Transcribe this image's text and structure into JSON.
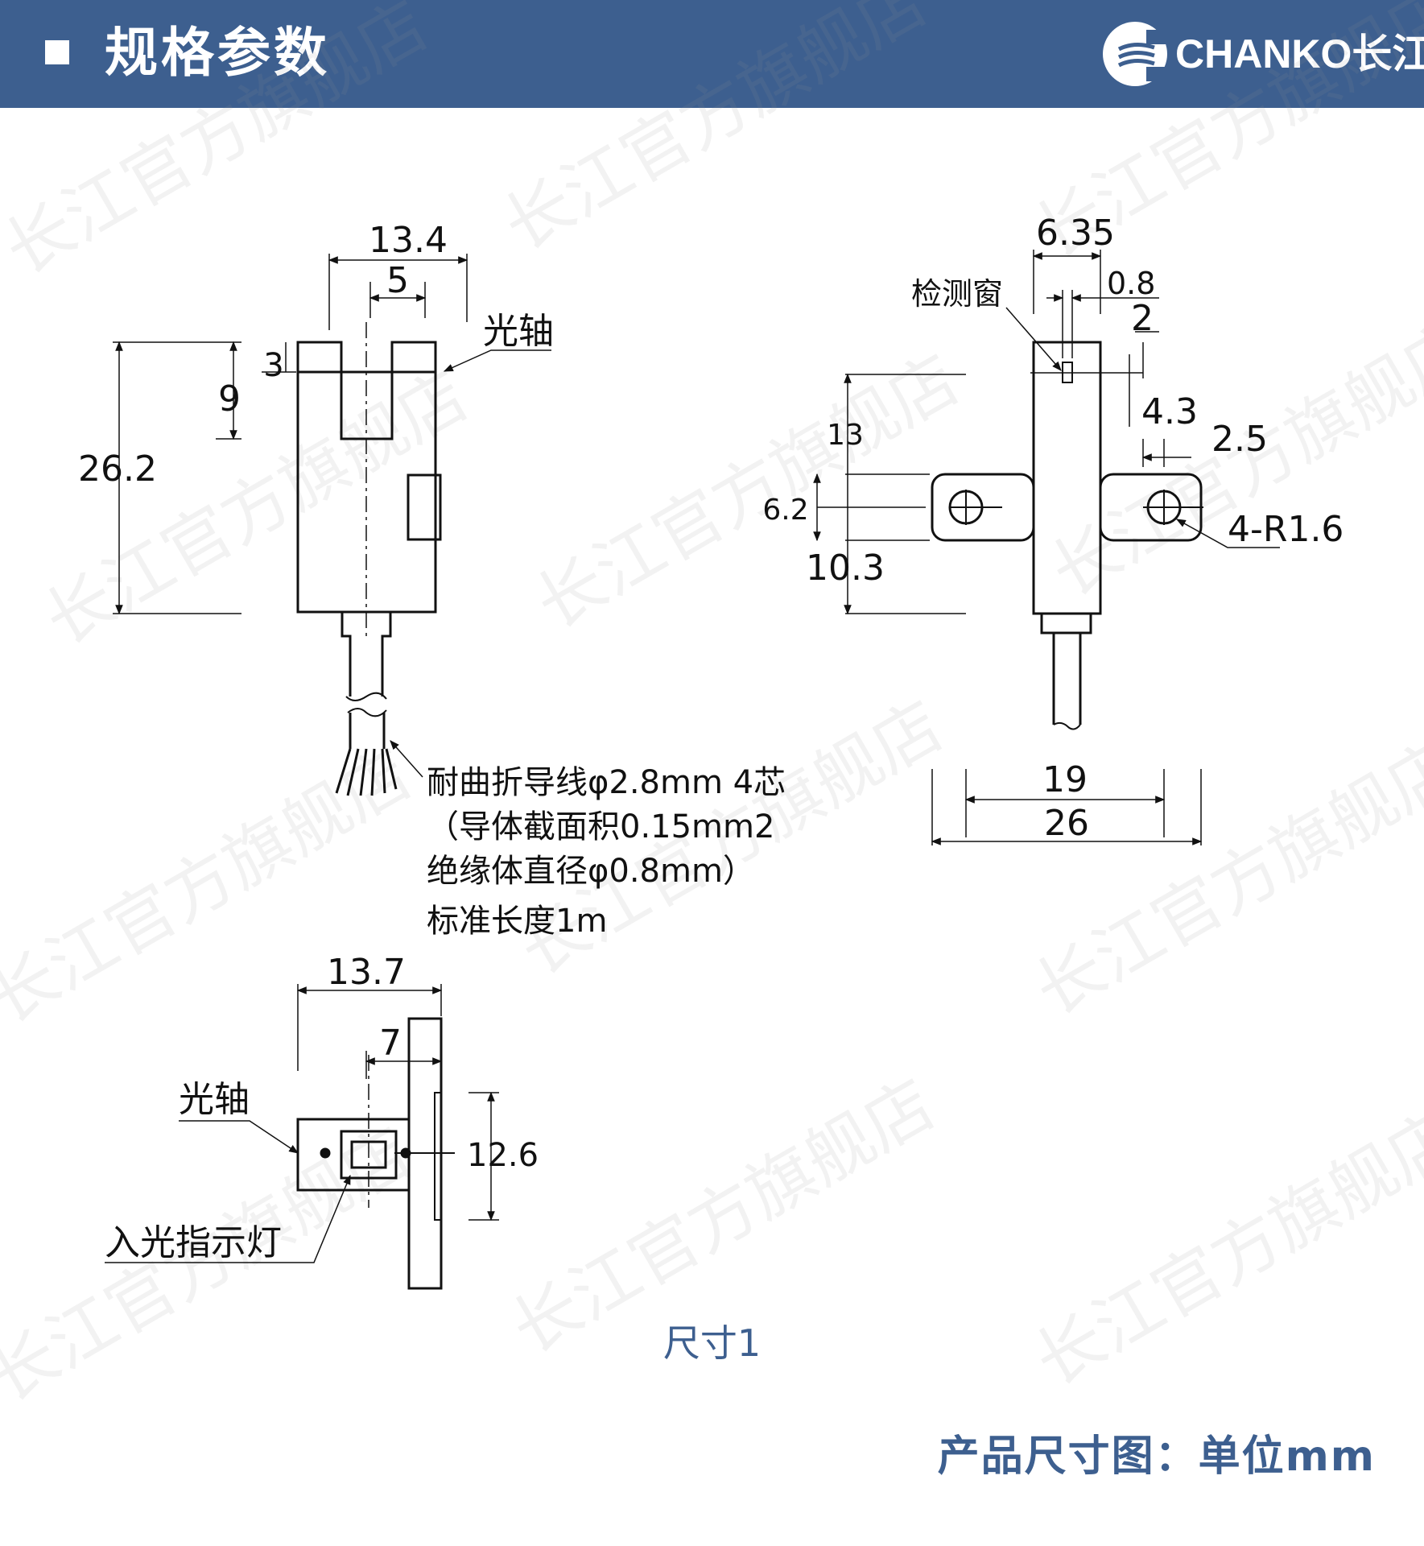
{
  "header": {
    "title": "规格参数",
    "brand": "CHANKO长江",
    "colors": {
      "header_bg": "#3d5f8f",
      "text": "#ffffff"
    }
  },
  "watermark": "长江官方旗舰店",
  "front_view": {
    "width_total": "13.4",
    "slot_width": "5",
    "optical_axis_label": "光轴",
    "axis_offset": "3",
    "slot_depth": "9",
    "height_total": "26.2",
    "cable_note_line1": "耐曲折导线φ2.8mm 4芯",
    "cable_note_line2": "（导体截面积0.15mm2",
    "cable_note_line3": "绝缘体直径φ0.8mm）",
    "cable_note_line4": "标准长度1m"
  },
  "side_view": {
    "body_width": "6.35",
    "detect_window_label": "检测窗",
    "window_width": "0.8",
    "window_offset": "2",
    "dim_13": "13",
    "dim_6_2": "6.2",
    "dim_10_3": "10.3",
    "dim_4_3": "4.3",
    "dim_2_5": "2.5",
    "hole_note": "4-R1.6",
    "dim_19": "19",
    "dim_26": "26"
  },
  "top_view": {
    "depth_total": "13.7",
    "axis_depth": "7",
    "optical_axis_label": "光轴",
    "height": "12.6",
    "indicator_label": "入光指示灯"
  },
  "caption": "尺寸1",
  "footer": "产品尺寸图：单位mm"
}
